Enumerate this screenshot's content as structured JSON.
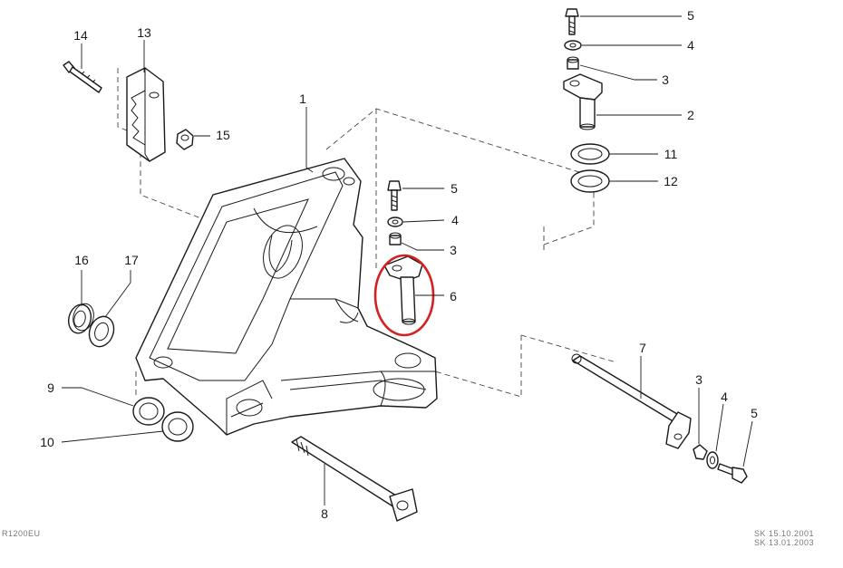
{
  "drawing": {
    "model_code": "R1200EU",
    "signoff": [
      "SK  15.10.2001",
      "SK  13.01.2003"
    ],
    "highlight_color": "#d42020"
  },
  "callouts": [
    "1",
    "2",
    "3",
    "4",
    "5",
    "6",
    "7",
    "8",
    "9",
    "10",
    "11",
    "12",
    "13",
    "14",
    "15",
    "16",
    "17"
  ]
}
